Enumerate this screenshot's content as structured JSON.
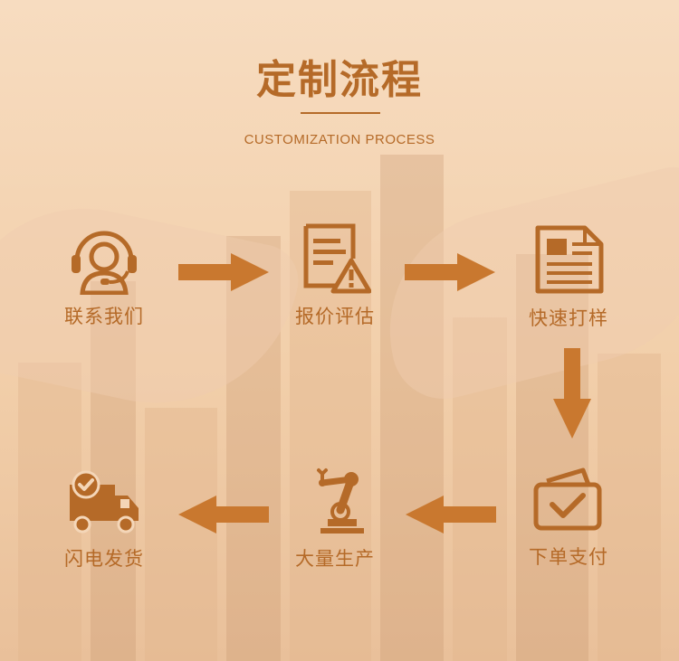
{
  "header": {
    "title": "定制流程",
    "subtitle": "CUSTOMIZATION PROCESS"
  },
  "steps": [
    {
      "label": "联系我们",
      "icon": "headset-agent-icon"
    },
    {
      "label": "报价评估",
      "icon": "quote-document-warning-icon"
    },
    {
      "label": "快速打样",
      "icon": "document-sample-icon"
    },
    {
      "label": "下单支付",
      "icon": "card-payment-check-icon"
    },
    {
      "label": "大量生产",
      "icon": "robot-arm-icon"
    },
    {
      "label": "闪电发货",
      "icon": "delivery-truck-check-icon"
    }
  ],
  "colors": {
    "accent": "#b56a28",
    "arrow": "#c9782f",
    "background": "#f4d6b8"
  }
}
